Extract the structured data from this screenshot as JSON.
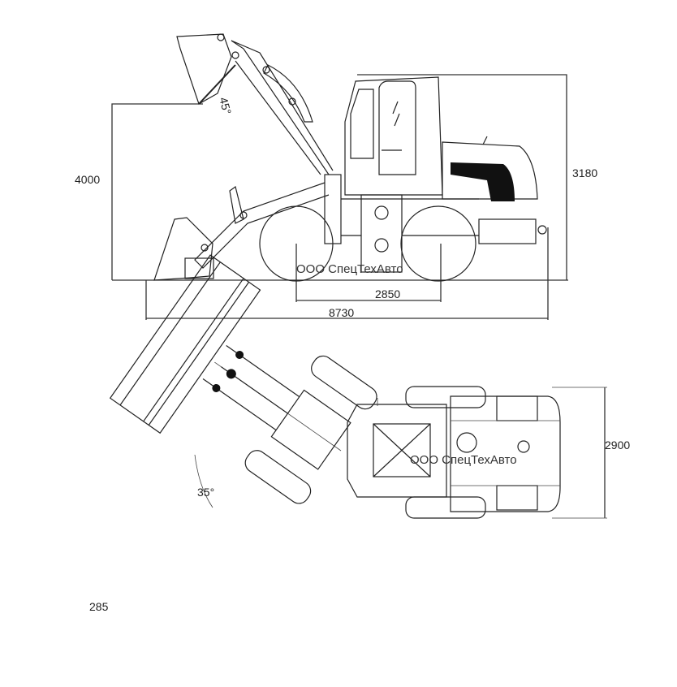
{
  "side_view": {
    "lift_angle": "45°",
    "max_height": "4000",
    "cab_height": "3180",
    "watermark": "ООО СпецТехАвто",
    "wheelbase": "2850",
    "overall_length": "8730"
  },
  "top_view": {
    "width": "2900",
    "steering_angle": "35°",
    "watermark": "ООО СпецТехАвто",
    "turning_dim": "285"
  }
}
